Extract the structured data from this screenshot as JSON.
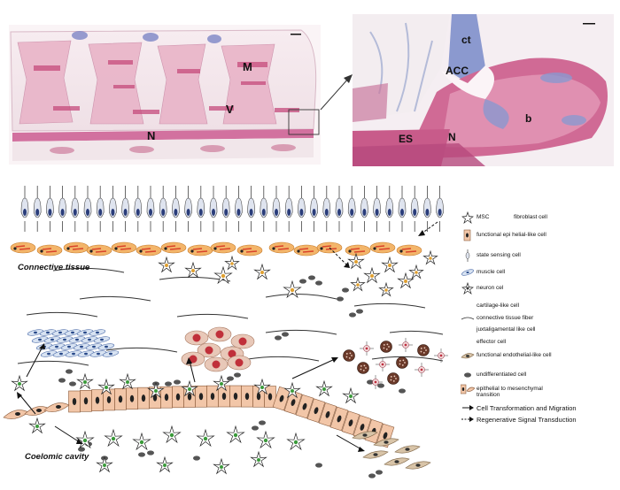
{
  "micrograph_left": {
    "labels": {
      "m": "M",
      "v": "V",
      "n": "N"
    }
  },
  "micrograph_right": {
    "labels": {
      "ct": "ct",
      "acc": "ACC",
      "b": "b",
      "es": "ES",
      "n": "N"
    }
  },
  "regions": {
    "connective": "Connective tissue",
    "coelomic": "Coelomic cavity"
  },
  "legend": [
    {
      "icon": "msc-icon",
      "text": "MSC"
    },
    {
      "icon": "fibroblast-icon",
      "text": "fibroblast cell"
    },
    {
      "icon": "epithelial-cell-icon",
      "text": "functional epi helial-like cell"
    },
    {
      "icon": "state-sensing-icon",
      "text": "state sensing cell"
    },
    {
      "icon": "muscle-cell-icon",
      "text": "muscle cell"
    },
    {
      "icon": "neuron-cell-icon",
      "text": "neuron cel"
    },
    {
      "icon": "cartilage-icon",
      "text": "cartilage-like cell"
    },
    {
      "icon": "fiber-icon",
      "text": "connective tissue fiber"
    },
    {
      "icon": "juxtaligamental-icon",
      "text": "juxtaligamental like cell"
    },
    {
      "icon": "effector-icon",
      "text": "effector cell"
    },
    {
      "icon": "endothelial-icon",
      "text": "functional endothelial-like cell"
    },
    {
      "icon": "undifferentiated-icon",
      "text": "undifferentiated cell"
    },
    {
      "icon": "emt-icon",
      "text": "epithelial to mesenchymal transition"
    },
    {
      "icon": "solid-arrow-icon",
      "text": "Cell Transformation and Migration"
    },
    {
      "icon": "dashed-arrow-icon",
      "text": "Regenerative Signal Transduction"
    }
  ],
  "colors": {
    "tissue_pink": "#e8a0b8",
    "tissue_magenta": "#c9507f",
    "tissue_blue": "#8fa0cf",
    "epithelial": "#f2c6a8",
    "nucleus": "#222222",
    "green": "#3a9a3a"
  }
}
